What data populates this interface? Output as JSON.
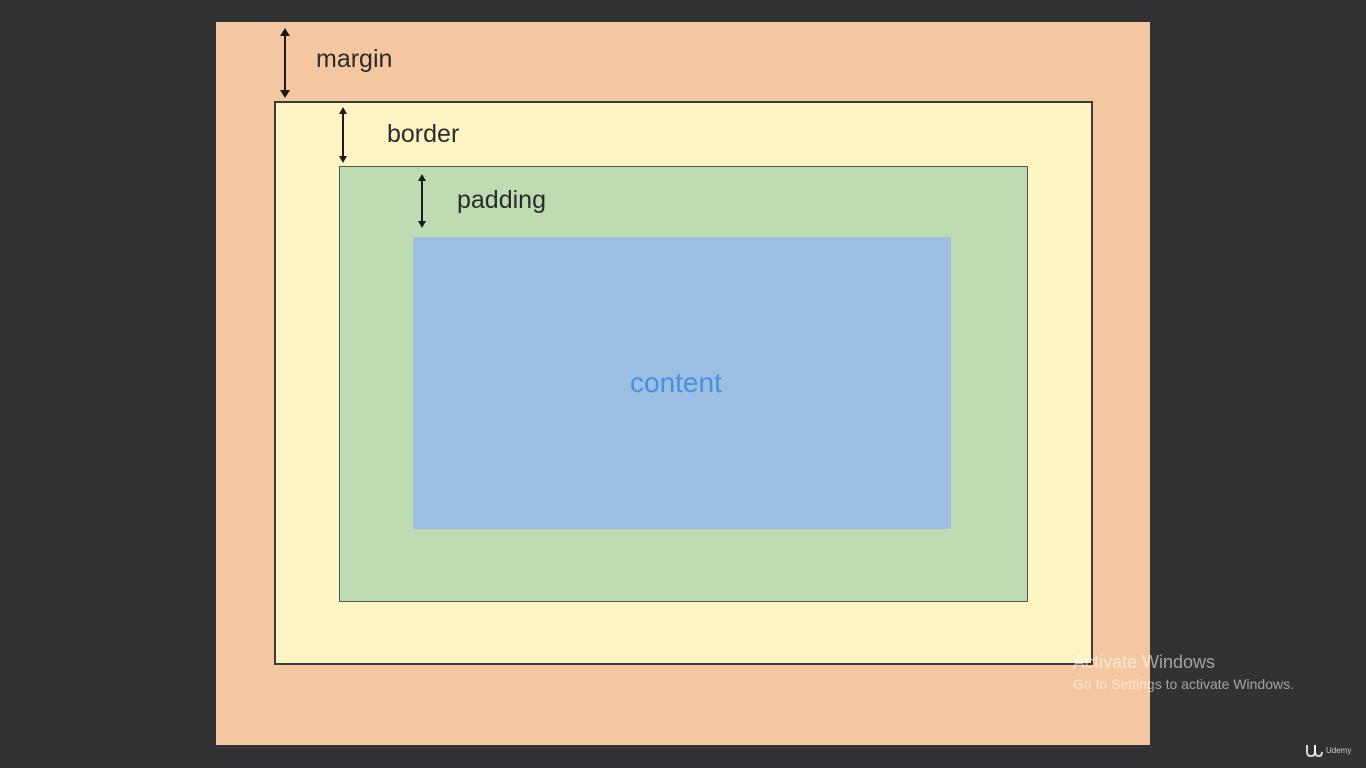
{
  "diagram": {
    "labels": {
      "margin": "margin",
      "border": "border",
      "padding": "padding",
      "content": "content"
    },
    "colors": {
      "background": "#323133",
      "margin": "#f4c7a0",
      "border": "#fdf4c4",
      "padding": "#bfdbb2",
      "content": "#9dbfe3",
      "content_text": "#4a90dc"
    },
    "icons": [
      "double-arrow-icon",
      "udemy-logo-icon"
    ]
  },
  "watermark": {
    "title": "Activate Windows",
    "subtitle": "Go to Settings to activate Windows."
  },
  "brand": {
    "text": "Udemy"
  }
}
